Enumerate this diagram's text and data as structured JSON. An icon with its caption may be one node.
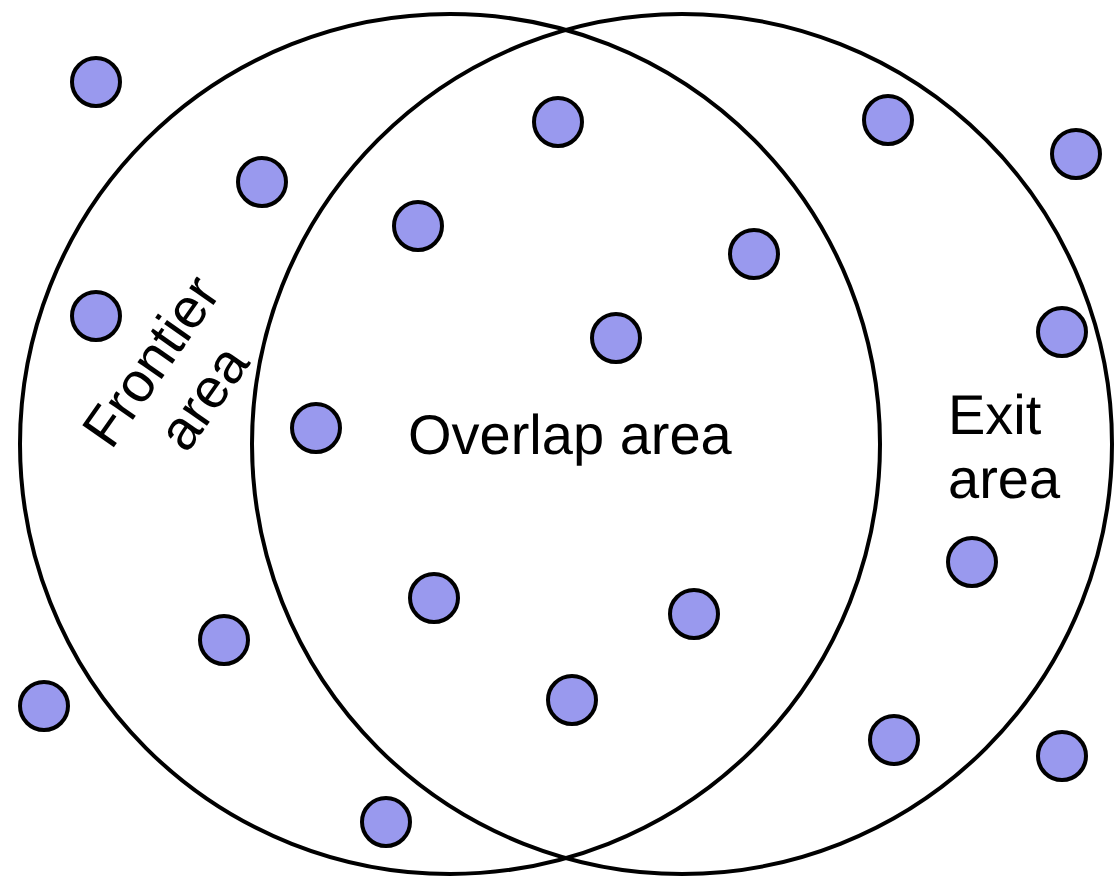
{
  "diagram": {
    "nodes": [
      {
        "text": [
          "Frontier area"
        ]
      },
      {
        "text": [
          "Exit area"
        ]
      }
    ],
    "labels": [
      "Overlap area"
    ]
  }
}
